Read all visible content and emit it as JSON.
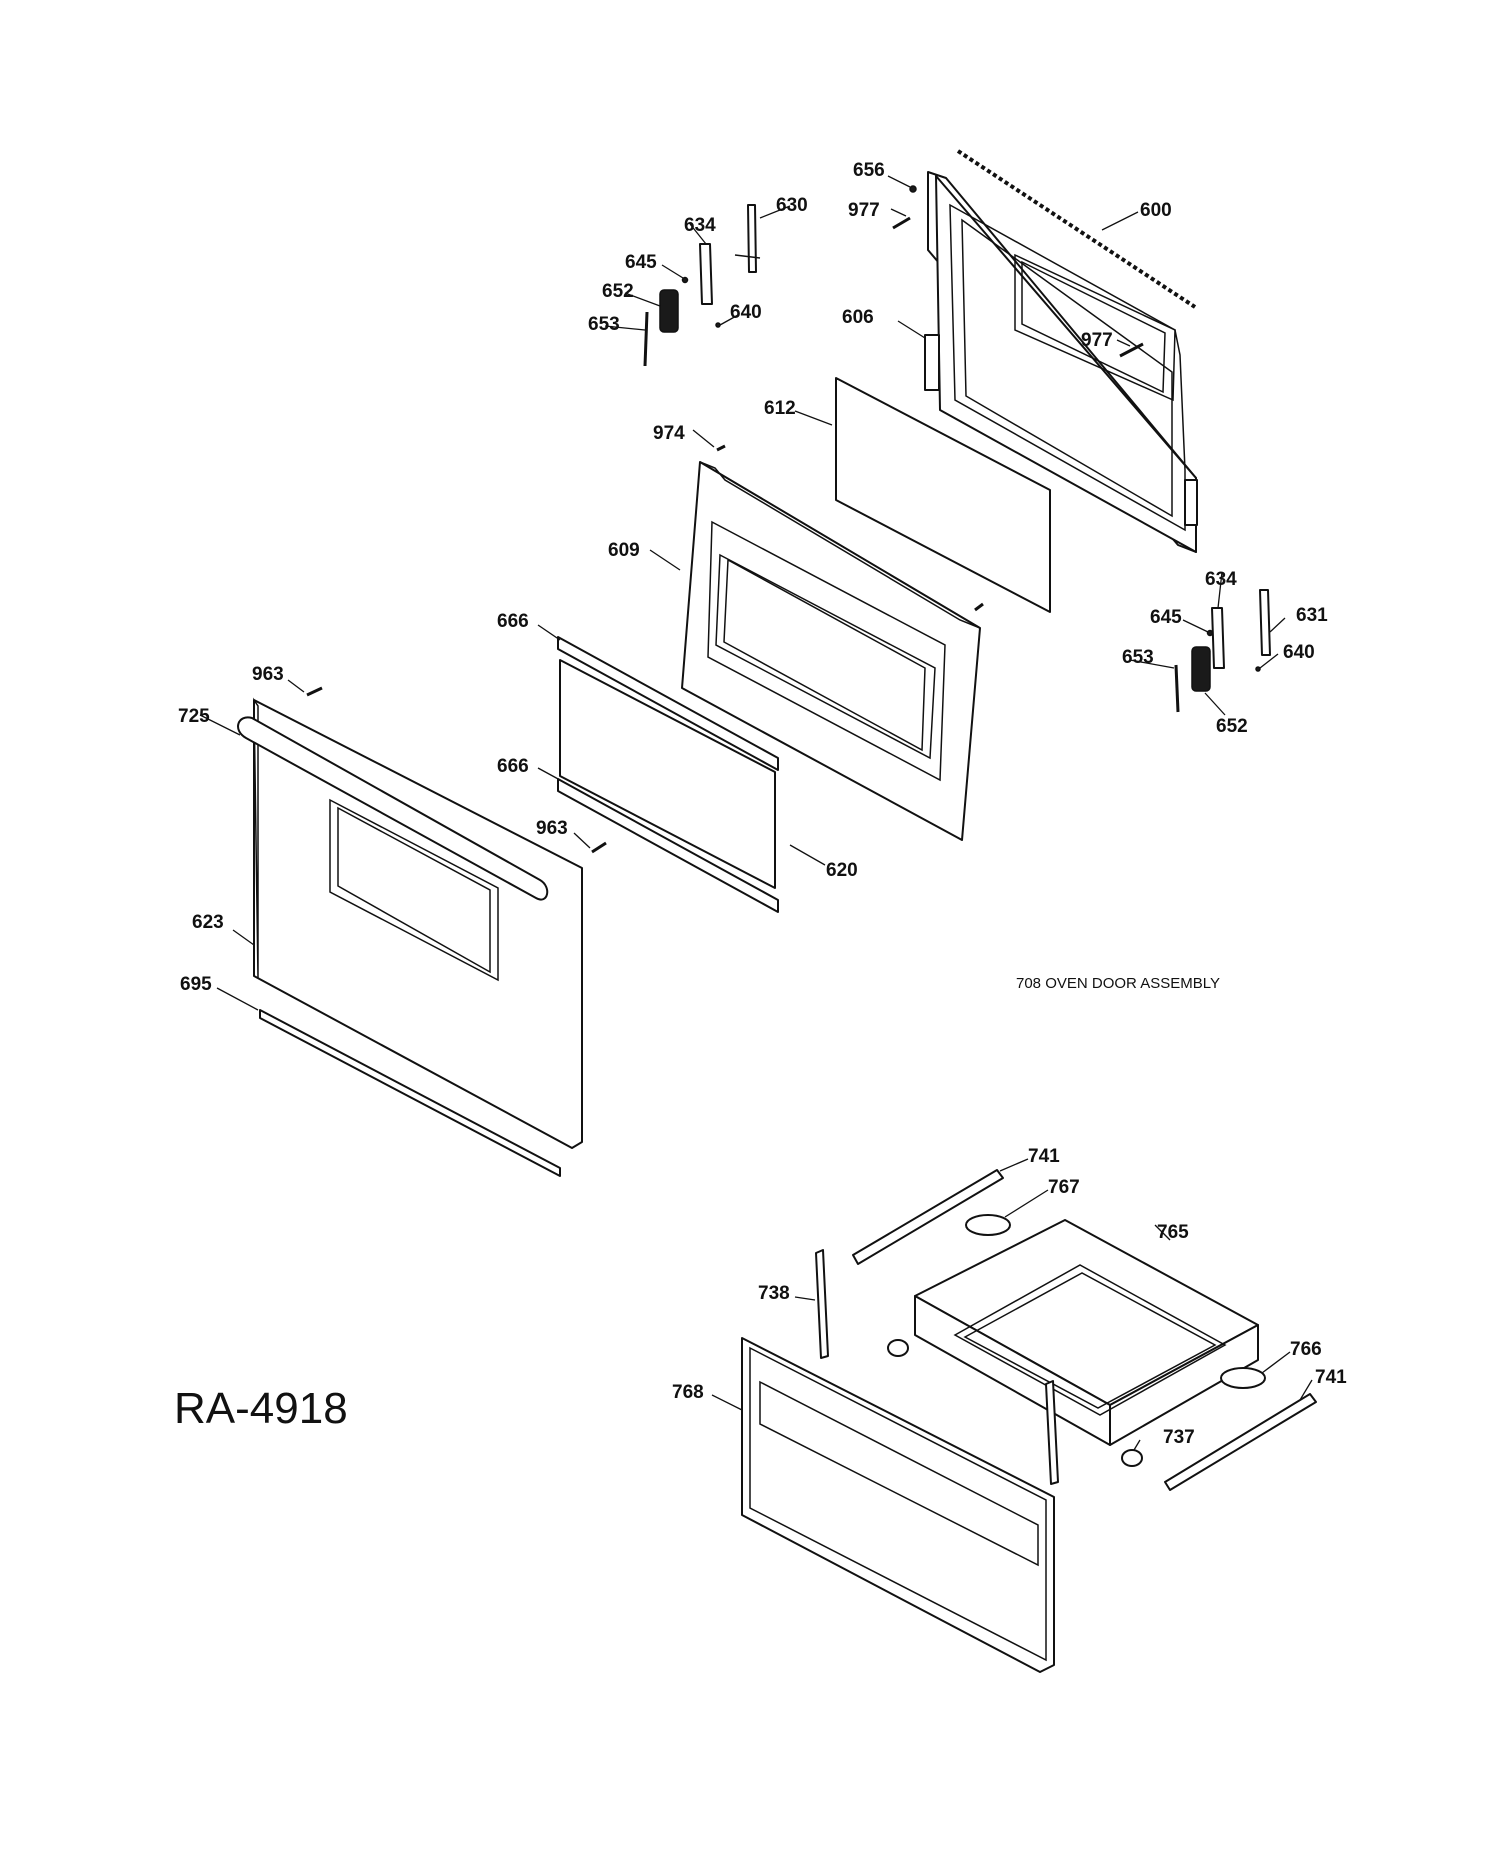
{
  "diagram_id": "RA-4918",
  "assembly_label": "708 OVEN DOOR ASSEMBLY",
  "callouts": {
    "c600": "600",
    "c606": "606",
    "c612": "612",
    "c609": "609",
    "c620": "620",
    "c623": "623",
    "c630": "630",
    "c631": "631",
    "c634a": "634",
    "c634b": "634",
    "c640a": "640",
    "c640b": "640",
    "c645a": "645",
    "c645b": "645",
    "c652a": "652",
    "c652b": "652",
    "c653a": "653",
    "c653b": "653",
    "c656": "656",
    "c666a": "666",
    "c666b": "666",
    "c695": "695",
    "c725": "725",
    "c737": "737",
    "c738": "738",
    "c741a": "741",
    "c741b": "741",
    "c765": "765",
    "c766": "766",
    "c767": "767",
    "c768": "768",
    "c963a": "963",
    "c963b": "963",
    "c974": "974",
    "c977a": "977",
    "c977b": "977"
  }
}
